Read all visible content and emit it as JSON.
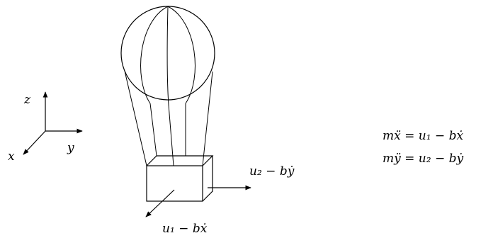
{
  "axes": {
    "z_label": "z",
    "y_label": "y",
    "x_label": "x"
  },
  "forces": {
    "side_force": "u₂ − bẏ",
    "bottom_force": "u₁ − bẋ"
  },
  "equations": {
    "eq1": "mẍ = u₁ − bẋ",
    "eq2": "mÿ = u₂ − bẏ"
  }
}
